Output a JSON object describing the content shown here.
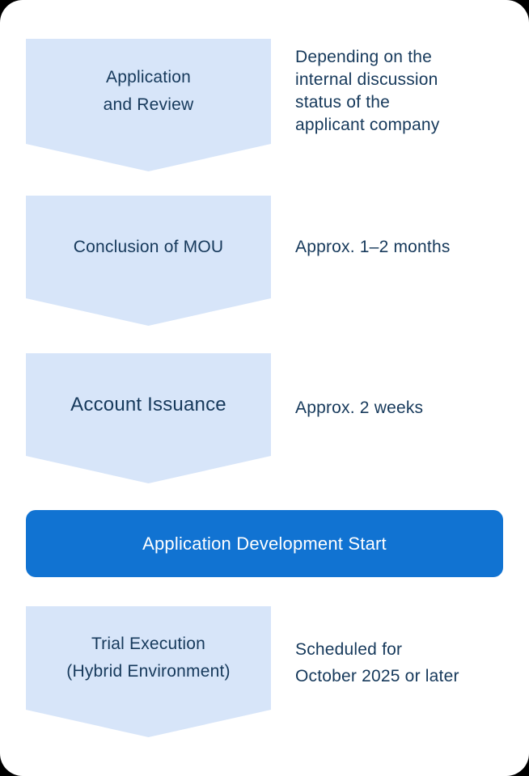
{
  "colors": {
    "page_outside": "#000000",
    "card_background": "#ffffff",
    "chevron_background": "#d7e5f9",
    "milestone_background": "#1173d2",
    "text_navy": "#16395b",
    "milestone_text": "#ffffff"
  },
  "steps": [
    {
      "label_lines": [
        "Application",
        "and Review"
      ],
      "note_lines": [
        "Depending on the",
        "internal discussion",
        "status of the",
        "applicant company"
      ]
    },
    {
      "label_lines": [
        "Conclusion of MOU"
      ],
      "note_lines": [
        "Approx. 1–2 months"
      ]
    },
    {
      "label_lines": [
        "Account Issuance"
      ],
      "note_lines": [
        "Approx. 2 weeks"
      ]
    },
    {
      "label_lines": [
        "Trial Execution",
        "(Hybrid Environment)"
      ],
      "note_lines": [
        "Scheduled for",
        "October 2025 or later"
      ]
    }
  ],
  "milestone": {
    "label": "Application Development Start"
  }
}
